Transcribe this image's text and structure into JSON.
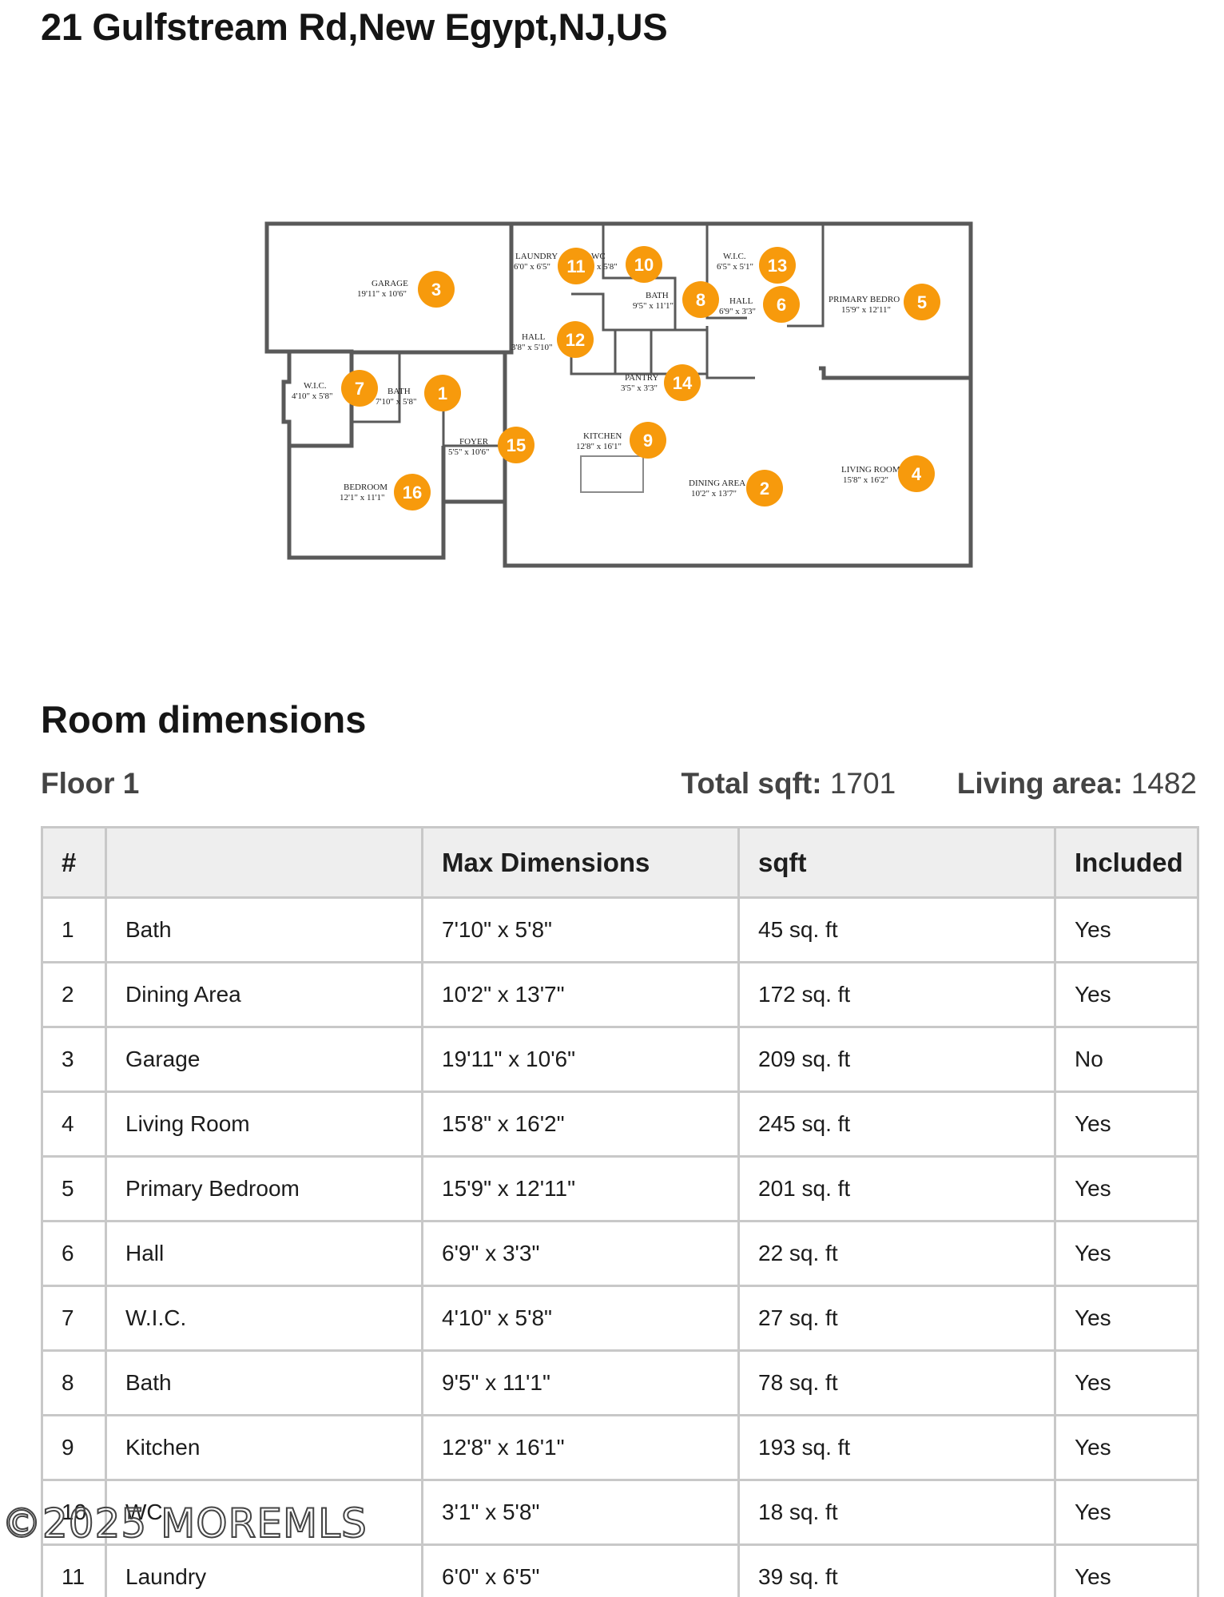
{
  "address": "21 Gulfstream Rd,New Egypt,NJ,US",
  "floorplan": {
    "rooms": [
      {
        "n": "3",
        "name": "GARAGE",
        "dim": "19'11\" x 10'6\""
      },
      {
        "n": "11",
        "name": "LAUNDRY",
        "dim": "6'0\" x 6'5\""
      },
      {
        "n": "10",
        "name": "WC",
        "dim": "x 5'8\""
      },
      {
        "n": "8",
        "name": "BATH",
        "dim": "9'5\" x 11'1\""
      },
      {
        "n": "13",
        "name": "W.I.C.",
        "dim": "6'5\" x 5'1\""
      },
      {
        "n": "6",
        "name": "HALL",
        "dim": "6'9\" x 3'3\""
      },
      {
        "n": "5",
        "name": "PRIMARY BEDRO",
        "dim": "15'9\" x 12'11\""
      },
      {
        "n": "12",
        "name": "HALL",
        "dim": "3'8\" x 5'10\""
      },
      {
        "n": "7",
        "name": "W.I.C.",
        "dim": "4'10\" x 5'8\""
      },
      {
        "n": "1",
        "name": "BATH",
        "dim": "7'10\" x 5'8\""
      },
      {
        "n": "14",
        "name": "PANTRY",
        "dim": "3'5\" x 3'3\""
      },
      {
        "n": "9",
        "name": "KITCHEN",
        "dim": "12'8\" x 16'1\""
      },
      {
        "n": "15",
        "name": "FOYER",
        "dim": "5'5\" x 10'6\""
      },
      {
        "n": "2",
        "name": "DINING AREA",
        "dim": "10'2\" x 13'7\""
      },
      {
        "n": "4",
        "name": "LIVING ROOM",
        "dim": "15'8\" x 16'2\""
      },
      {
        "n": "16",
        "name": "BEDROOM",
        "dim": "12'1\" x 11'1\""
      }
    ]
  },
  "section_title": "Room dimensions",
  "floor_label": "Floor 1",
  "totals": {
    "total_label": "Total sqft:",
    "total_value": "1701",
    "living_label": "Living area:",
    "living_value": "1482"
  },
  "table": {
    "headers": [
      "#",
      "",
      "Max Dimensions",
      "sqft",
      "Included"
    ],
    "rows": [
      [
        "1",
        "Bath",
        "7'10\" x 5'8\"",
        "45 sq. ft",
        "Yes"
      ],
      [
        "2",
        "Dining Area",
        "10'2\" x 13'7\"",
        "172 sq. ft",
        "Yes"
      ],
      [
        "3",
        "Garage",
        "19'11\" x 10'6\"",
        "209 sq. ft",
        "No"
      ],
      [
        "4",
        "Living Room",
        "15'8\" x 16'2\"",
        "245 sq. ft",
        "Yes"
      ],
      [
        "5",
        "Primary Bedroom",
        "15'9\" x 12'11\"",
        "201 sq. ft",
        "Yes"
      ],
      [
        "6",
        "Hall",
        "6'9\" x 3'3\"",
        "22 sq. ft",
        "Yes"
      ],
      [
        "7",
        "W.I.C.",
        "4'10\" x 5'8\"",
        "27 sq. ft",
        "Yes"
      ],
      [
        "8",
        "Bath",
        "9'5\" x 11'1\"",
        "78 sq. ft",
        "Yes"
      ],
      [
        "9",
        "Kitchen",
        "12'8\" x 16'1\"",
        "193 sq. ft",
        "Yes"
      ],
      [
        "10",
        "WC",
        "3'1\" x 5'8\"",
        "18 sq. ft",
        "Yes"
      ],
      [
        "11",
        "Laundry",
        "6'0\" x 6'5\"",
        "39 sq. ft",
        "Yes"
      ]
    ]
  },
  "watermark": "©2025 MOREMLS",
  "colors": {
    "marker": "#f79a0c",
    "wall": "#595959",
    "header_bg": "#eeeeee",
    "grid": "#c8c8c8"
  }
}
